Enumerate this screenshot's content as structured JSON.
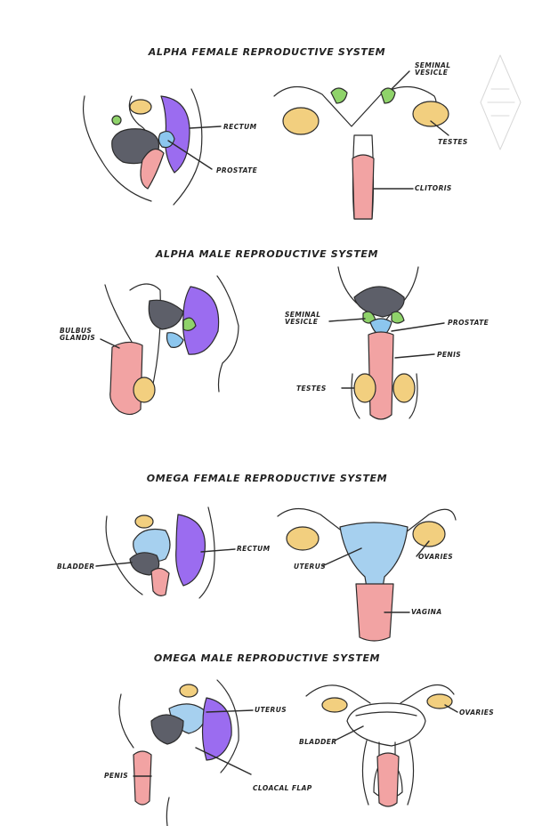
{
  "colors": {
    "outline": "#2b2b2b",
    "rectum": "#9b6cf0",
    "gonad": "#f2cf7f",
    "seminal_vesicle": "#8fd36a",
    "prostate": "#8cc6ee",
    "pink": "#f2a3a3",
    "bladder": "#5d5f69",
    "uterus": "#a6d0ef"
  },
  "sections": [
    {
      "title": "ALPHA FEMALE REPRODUCTIVE SYSTEM",
      "labels": {
        "rectum": "RECTUM",
        "prostate": "PROSTATE",
        "seminal_vesicle": "SEMINAL\nVESICLE",
        "testes": "TESTES",
        "clitoris": "CLITORIS"
      }
    },
    {
      "title": "ALPHA MALE REPRODUCTIVE SYSTEM",
      "labels": {
        "bulbus_glandis": "BULBUS\nGLANDIS",
        "seminal_vesicle": "SEMINAL\nVESICLE",
        "prostate": "PROSTATE",
        "penis": "PENIS",
        "testes": "TESTES"
      }
    },
    {
      "title": "OMEGA FEMALE REPRODUCTIVE SYSTEM",
      "labels": {
        "bladder": "BLADDER",
        "rectum": "RECTUM",
        "uterus": "UTERUS",
        "ovaries": "OVARIES",
        "vagina": "VAGINA"
      }
    },
    {
      "title": "OMEGA MALE REPRODUCTIVE SYSTEM",
      "labels": {
        "uterus": "UTERUS",
        "ovaries": "OVARIES",
        "bladder": "BLADDER",
        "penis": "PENIS",
        "cloacal_flap": "CLOACAL FLAP"
      }
    }
  ]
}
